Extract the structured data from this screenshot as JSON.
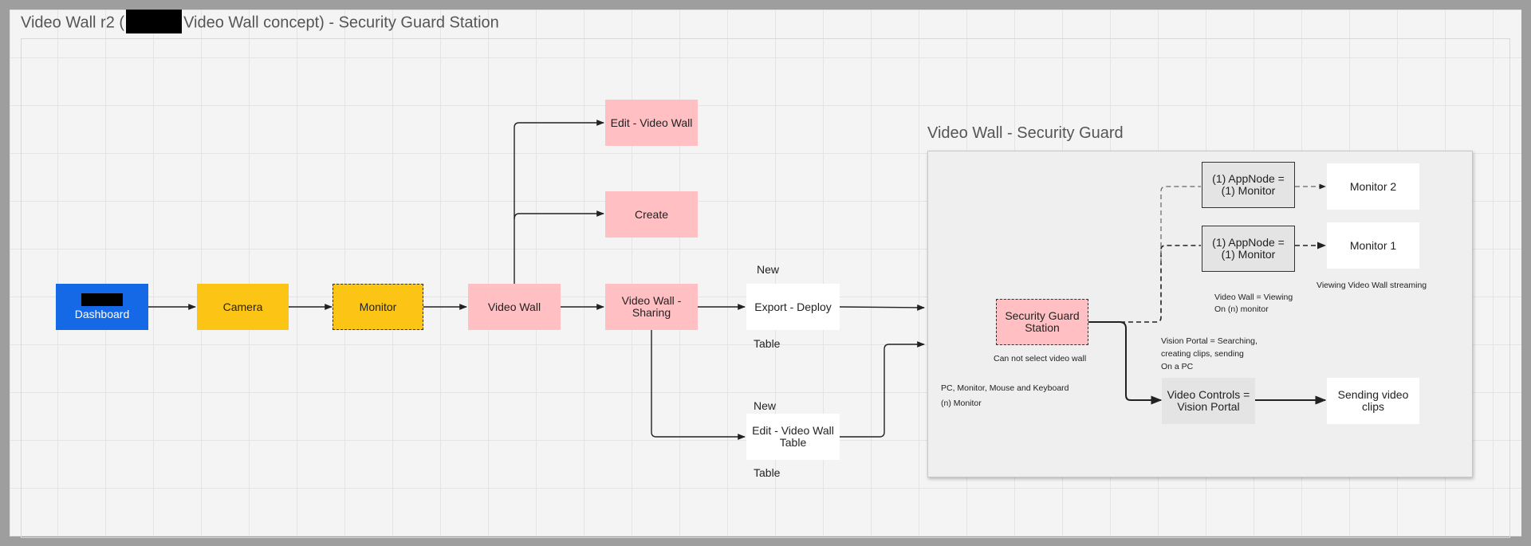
{
  "board": {
    "title_prefix": "Video Wall r2 (",
    "title_suffix": "Video Wall concept) -  Security Guard Station"
  },
  "flow": {
    "dashboard": "Dashboard",
    "camera": "Camera",
    "monitor": "Monitor",
    "video_wall": "Video Wall",
    "edit_video_wall": "Edit - Video Wall",
    "create": "Create",
    "video_wall_sharing": "Video Wall - Sharing",
    "export_deploy": "Export - Deploy",
    "export_new": "New",
    "export_table": "Table",
    "edit_table": "Edit - Video Wall Table",
    "edit_new": "New",
    "edit_table_label": "Table"
  },
  "security": {
    "title": "Video Wall - Security Guard",
    "station": "Security Guard Station",
    "station_note": "Can not select video wall",
    "pc_note": "PC, Monitor, Mouse and Keyboard",
    "n_monitor_note": "(n) Monitor",
    "appnode_1": "(1) AppNode = (1) Monitor",
    "appnode_2": "(1) AppNode = (1) Monitor",
    "monitor_2": "Monitor 2",
    "monitor_1": "Monitor 1",
    "viewing_note_1": "Video Wall = Viewing",
    "viewing_note_2": "On (n) monitor",
    "streaming_note": "Viewing Video Wall streaming",
    "portal_note_1": "Vision Portal = Searching,",
    "portal_note_2": "creating clips, sending",
    "portal_note_3": "On a PC",
    "video_controls": "Video Controls = Vision Portal",
    "sending_clips": "Sending video clips"
  },
  "colors": {
    "pink": "#ffbfc3",
    "yellow": "#fcc414",
    "blue": "#1569e6",
    "white": "#ffffff",
    "grey": "#e4e4e4"
  }
}
